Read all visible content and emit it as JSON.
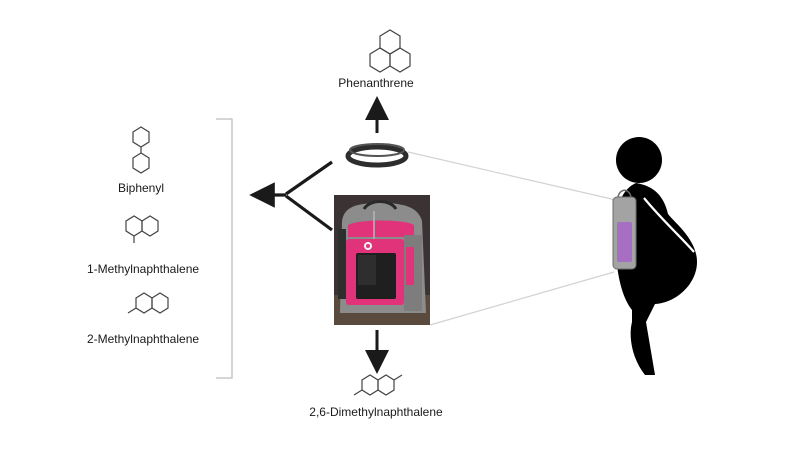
{
  "diagram": {
    "top_compound": {
      "name": "Phenanthrene",
      "icon": "phenanthrene-structure-icon"
    },
    "left_compounds": [
      {
        "name": "Biphenyl",
        "icon": "biphenyl-structure-icon"
      },
      {
        "name": "1-Methylnaphthalene",
        "icon": "1-methylnaphthalene-structure-icon"
      },
      {
        "name": "2-Methylnaphthalene",
        "icon": "2-methylnaphthalene-structure-icon"
      }
    ],
    "bottom_compound": {
      "name": "2,6-Dimethylnaphthalene",
      "icon": "dimethylnaphthalene-structure-icon"
    },
    "wristband": {
      "icon": "silicone-wristband-icon",
      "color": "#333333"
    },
    "backpack": {
      "icon": "backpack-photo",
      "accent_color": "#e0337a",
      "body_color": "#8d8d8d"
    },
    "person": {
      "icon": "child-silhouette-icon",
      "color": "#000000",
      "backpack_color": "#a76fc4"
    }
  }
}
